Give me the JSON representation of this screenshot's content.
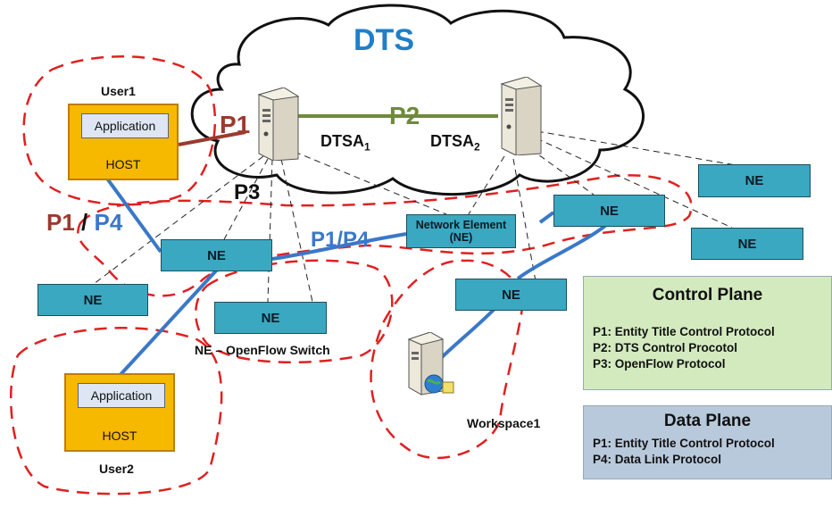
{
  "title": "DTS",
  "servers": {
    "dtsa1": {
      "label": "DTSA",
      "sub": "1"
    },
    "dtsa2": {
      "label": "DTSA",
      "sub": "2"
    }
  },
  "protocol_labels": {
    "p1_top": "P1",
    "p2": "P2",
    "p3": "P3",
    "p1_left": "P1",
    "slash": " / ",
    "p4_left": "P4",
    "p1p4_mid": "P1/P4"
  },
  "users": {
    "user1": {
      "label": "User1",
      "app": "Application",
      "host": "HOST"
    },
    "user2": {
      "label": "User2",
      "app": "Application",
      "host": "HOST"
    }
  },
  "network_elements": {
    "ne_label": "NE",
    "network_element_label": "Network Element (NE)"
  },
  "captions": {
    "openflow": "NE – OpenFlow Switch",
    "workspace": "Workspace1"
  },
  "control_plane": {
    "title": "Control Plane",
    "items": [
      "P1: Entity Title Control Protocol",
      "P2: DTS Control Procotol",
      "P3: OpenFlow Protocol"
    ]
  },
  "data_plane": {
    "title": "Data Plane",
    "items": [
      "P1: Entity Title Control Protocol",
      "P4: Data Link Protocol"
    ]
  },
  "colors": {
    "p1": "#9b3a2e",
    "p2": "#6f8a3c",
    "p4": "#3a78c8",
    "dts_title": "#1f7fc9",
    "dashed_region": "#e02020",
    "ne_fill": "#3aa8c0",
    "host_fill": "#f7b800",
    "control_plane_fill": "#d3eabf",
    "data_plane_fill": "#b9c9dc"
  }
}
